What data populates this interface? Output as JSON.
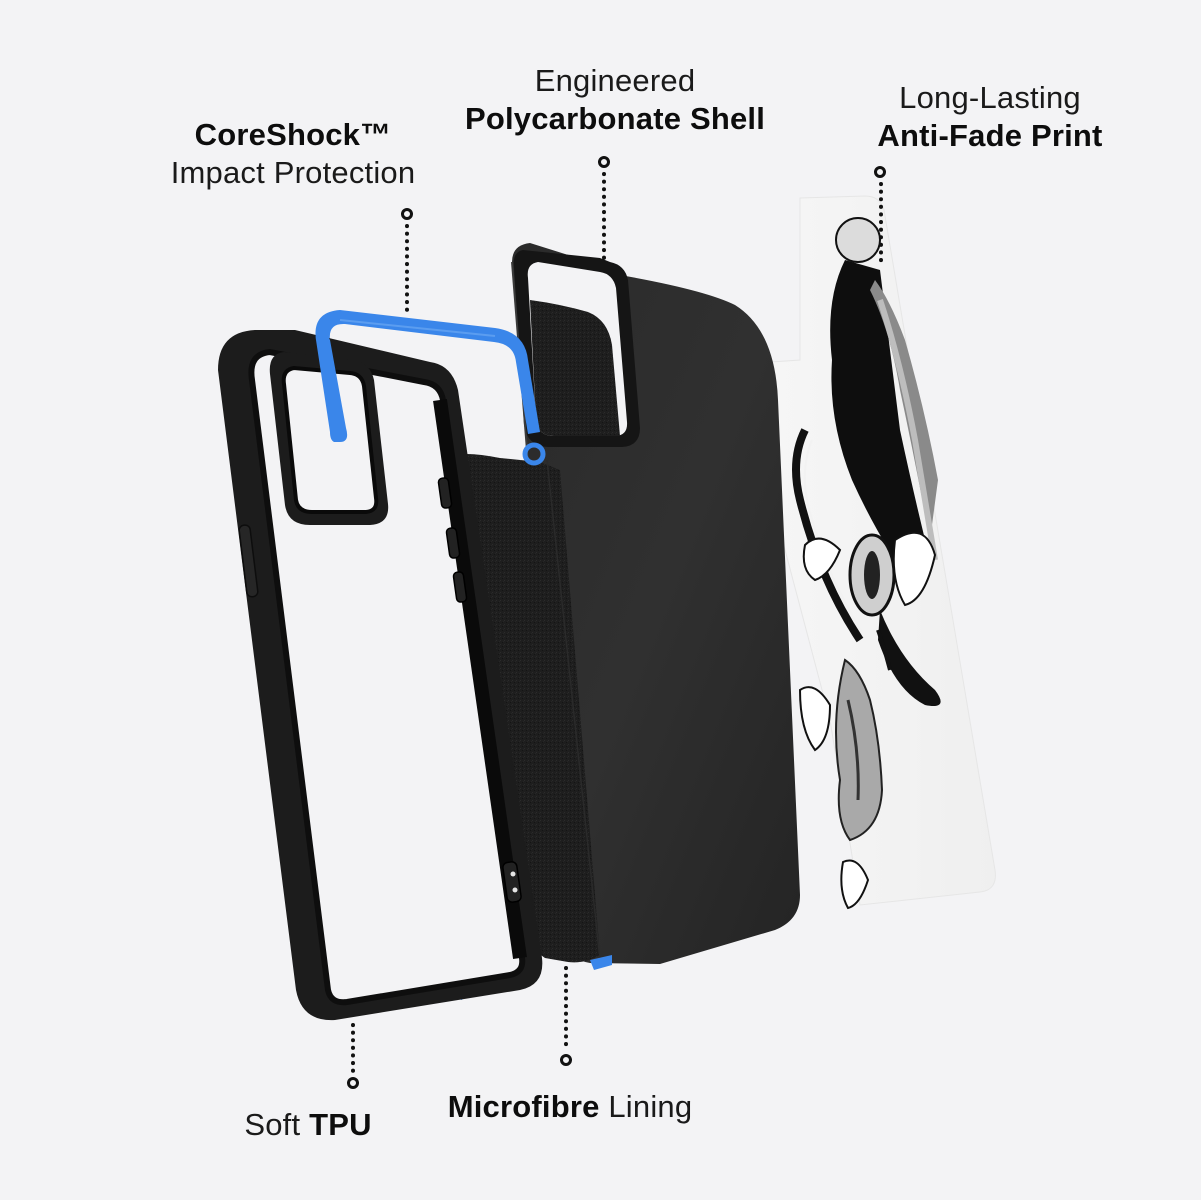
{
  "background_color": "#f3f3f5",
  "accent_color": "#3a86ea",
  "case_color": "#1b1b1b",
  "callouts": [
    {
      "id": "coreshock",
      "lines": [
        {
          "text": "CoreShock™",
          "weight": "bold"
        },
        {
          "text": "Impact Protection",
          "weight": "regular"
        }
      ],
      "component": "blue impact bumper inserts"
    },
    {
      "id": "polycarbonate",
      "lines": [
        {
          "text": "Engineered",
          "weight": "regular"
        },
        {
          "text": "Polycarbonate Shell",
          "weight": "bold"
        }
      ],
      "component": "black hard back shell"
    },
    {
      "id": "antifade",
      "lines": [
        {
          "text": "Long-Lasting",
          "weight": "regular"
        },
        {
          "text": "Anti-Fade Print",
          "weight": "bold"
        }
      ],
      "component": "printed artwork back panel"
    },
    {
      "id": "tpu",
      "parts": [
        {
          "text": "Soft ",
          "weight": "regular"
        },
        {
          "text": "TPU",
          "weight": "bold"
        }
      ],
      "component": "black TPU bumper frame"
    },
    {
      "id": "microfibre",
      "parts": [
        {
          "text": "Microfibre",
          "weight": "bold"
        },
        {
          "text": " Lining",
          "weight": "regular"
        }
      ],
      "component": "black microfibre inner lining"
    }
  ]
}
